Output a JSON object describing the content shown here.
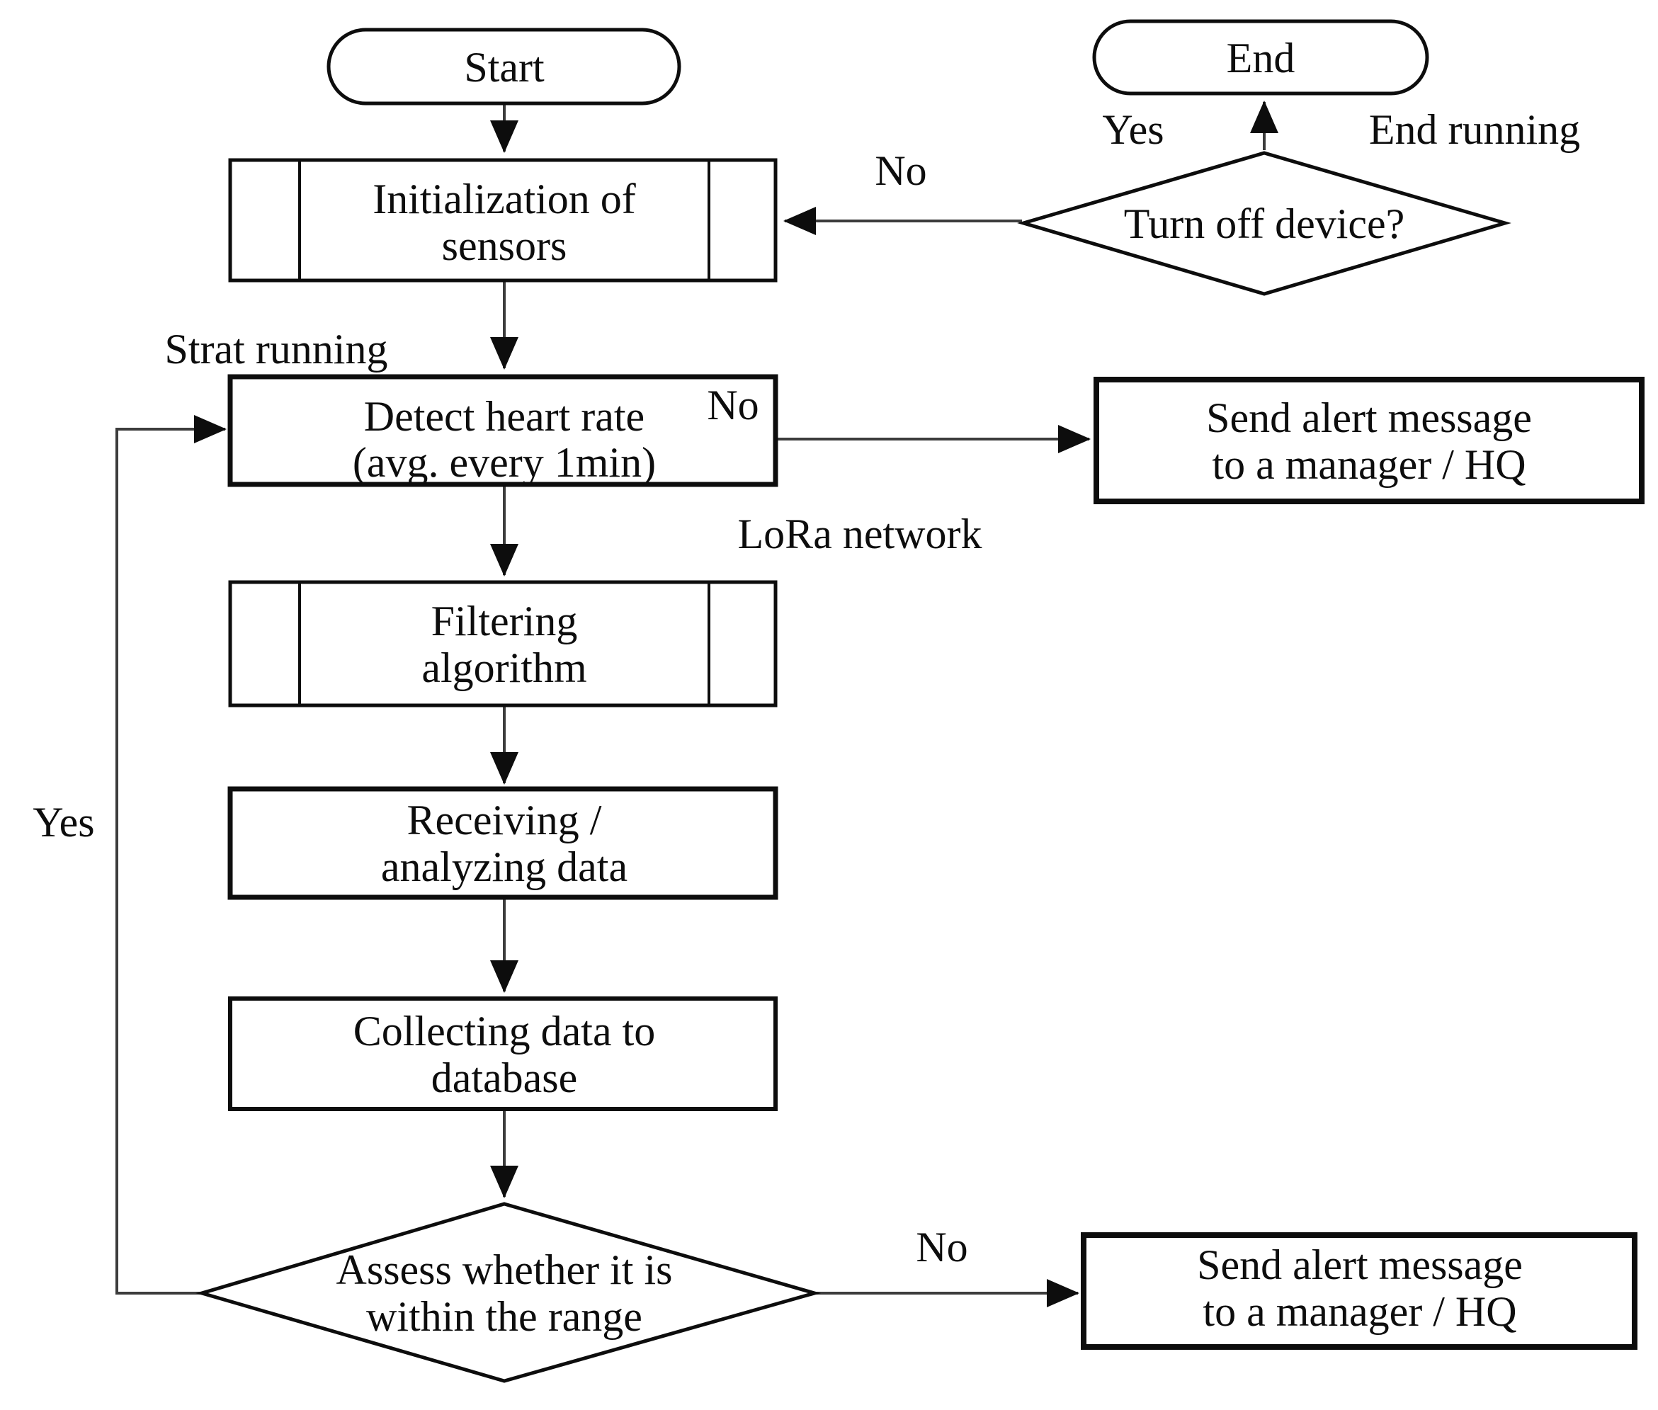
{
  "diagram": {
    "type": "flowchart",
    "background": "#ffffff",
    "line_color": "#0d0d0d",
    "nodes": [
      {
        "id": "start",
        "shape": "terminator",
        "label": "Start"
      },
      {
        "id": "end",
        "shape": "terminator",
        "label": "End"
      },
      {
        "id": "init-sensors",
        "shape": "predefined-process",
        "lines": [
          "Initialization of",
          "sensors"
        ]
      },
      {
        "id": "turn-off-device",
        "shape": "decision",
        "label": "Turn off device?"
      },
      {
        "id": "detect-heart-rate",
        "shape": "process",
        "lines": [
          "Detect heart rate",
          "(avg. every 1min)"
        ]
      },
      {
        "id": "send-alert-top",
        "shape": "process",
        "lines": [
          "Send alert message",
          "to a manager / HQ"
        ]
      },
      {
        "id": "filtering",
        "shape": "predefined-process",
        "lines": [
          "Filtering",
          "algorithm"
        ]
      },
      {
        "id": "receiving",
        "shape": "process",
        "lines": [
          "Receiving /",
          "analyzing data"
        ]
      },
      {
        "id": "collecting",
        "shape": "process",
        "lines": [
          "Collecting data to",
          "database"
        ]
      },
      {
        "id": "assess-range",
        "shape": "decision",
        "lines": [
          "Assess whether it is",
          "within the range"
        ]
      },
      {
        "id": "send-alert-bottom",
        "shape": "process",
        "lines": [
          "Send alert message",
          "to a manager / HQ"
        ]
      }
    ],
    "labels": {
      "turnoff_yes": "Yes",
      "end_running": "End running",
      "turnoff_no": "No",
      "start_running": "Strat running",
      "detect_no": "No",
      "lora_network": "LoRa network",
      "assess_yes": "Yes",
      "assess_no": "No"
    },
    "edges": [
      {
        "from": "start",
        "to": "init-sensors",
        "label": ""
      },
      {
        "from": "turn-off-device",
        "to": "init-sensors",
        "label": "No"
      },
      {
        "from": "turn-off-device",
        "to": "end",
        "label": "Yes / End running"
      },
      {
        "from": "init-sensors",
        "to": "detect-heart-rate",
        "label": "Strat running"
      },
      {
        "from": "detect-heart-rate",
        "to": "send-alert-top",
        "label": "No"
      },
      {
        "from": "detect-heart-rate",
        "to": "filtering",
        "label": "LoRa network"
      },
      {
        "from": "filtering",
        "to": "receiving",
        "label": ""
      },
      {
        "from": "receiving",
        "to": "collecting",
        "label": ""
      },
      {
        "from": "collecting",
        "to": "assess-range",
        "label": ""
      },
      {
        "from": "assess-range",
        "to": "send-alert-bottom",
        "label": "No"
      },
      {
        "from": "assess-range",
        "to": "detect-heart-rate",
        "label": "Yes"
      }
    ]
  }
}
